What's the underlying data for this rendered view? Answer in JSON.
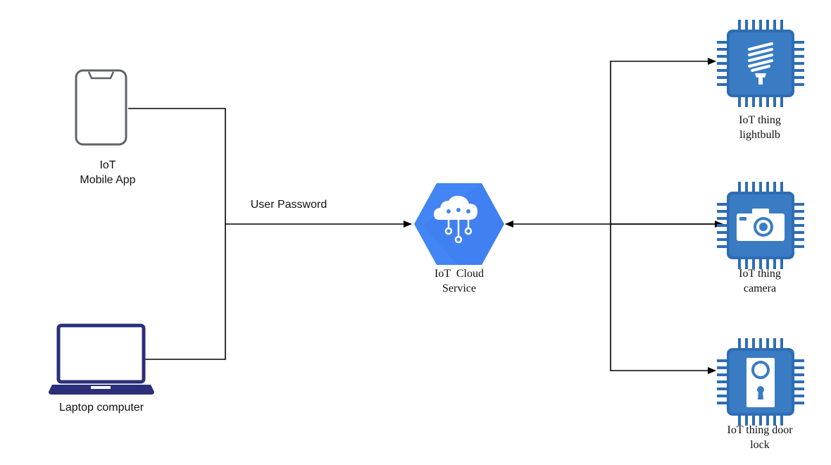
{
  "labels": {
    "mobile_line1": "IoT",
    "mobile_line2": "Mobile App",
    "laptop": "Laptop computer",
    "connection": "User Password",
    "cloud_line1": "IoT  Cloud",
    "cloud_line2": "Service",
    "bulb_line1": "IoT thing",
    "bulb_line2": "lightbulb",
    "camera_line1": "IoT thing",
    "camera_line2": "camera",
    "lock_line1": "IoT thing door",
    "lock_line2": "lock"
  },
  "icons": {
    "mobile": "smartphone-icon",
    "laptop": "laptop-icon",
    "cloud": "cloud-iot-icon",
    "bulb": "lightbulb-chip-icon",
    "camera": "camera-chip-icon",
    "lock": "door-lock-chip-icon"
  },
  "colors": {
    "phone_outline": "#5f6368",
    "laptop": "#2b2f7a",
    "cloud_hex": "#4285f4",
    "chip": "#2e6db4",
    "line": "#000000"
  }
}
